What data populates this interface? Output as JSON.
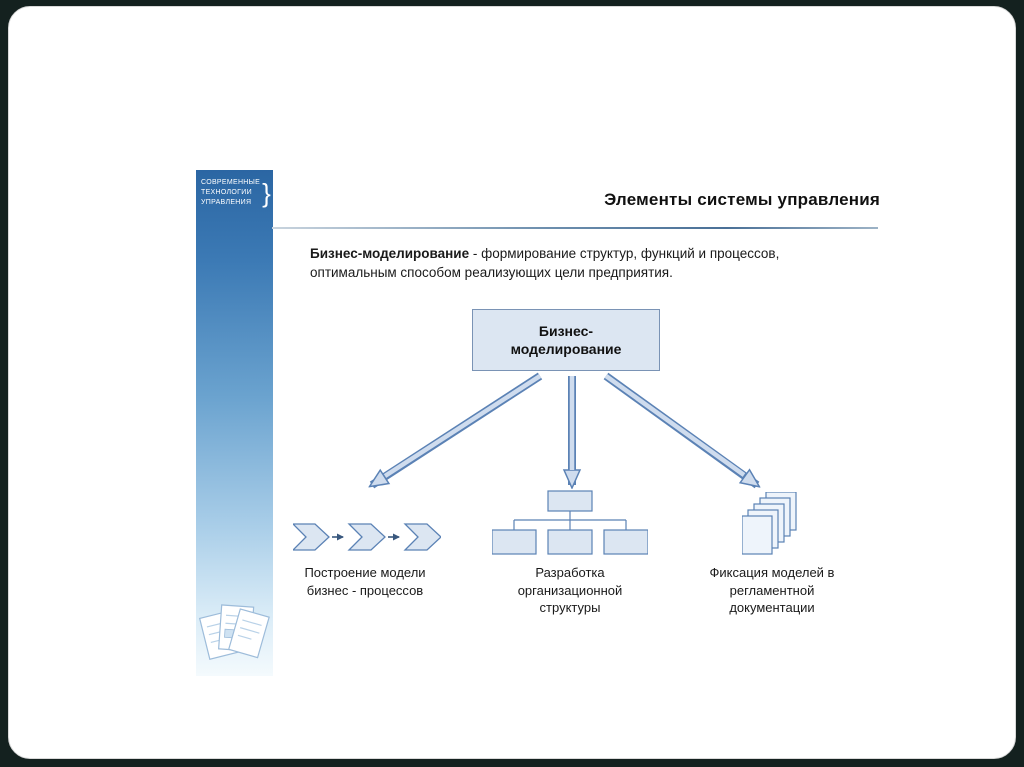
{
  "slide": {
    "title": "Элементы системы управления",
    "logo": {
      "lines": [
        "СОВРЕМЕННЫЕ",
        "ТЕХНОЛОГИИ",
        "УПРАВЛЕНИЯ"
      ],
      "bracket": "}"
    },
    "intro": {
      "lead": "Бизнес-моделирование",
      "rest": " - формирование структур, функций и процессов, оптимальным способом реализующих цели предприятия."
    },
    "diagram": {
      "root": "Бизнес-моделирование",
      "root_lines": [
        "Бизнес-",
        "моделирование"
      ],
      "branches": [
        {
          "label": "Построение модели бизнес - процессов",
          "icon": "process-chevrons-icon"
        },
        {
          "label": "Разработка организационной структуры",
          "icon": "org-chart-icon"
        },
        {
          "label": "Фиксация моделей в регламентной документации",
          "icon": "documents-stack-icon"
        }
      ]
    },
    "colors": {
      "accent_border": "#5b82b5",
      "node_fill": "#dce6f2",
      "sidebar_top": "#2b66a3",
      "sidebar_bottom": "#f4fafd"
    }
  }
}
